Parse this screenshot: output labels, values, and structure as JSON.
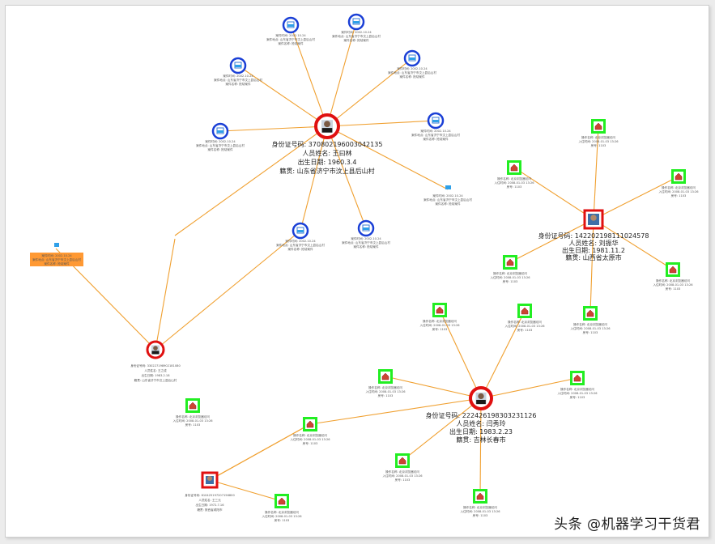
{
  "watermark": "头条 @机器学习干货君",
  "colors": {
    "edge": "#f0a030",
    "person_ring": "#e01010",
    "event_blue": "#1a3fd6",
    "record_green": "#22ee22",
    "highlight_orange": "#ff9933"
  },
  "labels": {
    "p1": [
      "身份证号码: 370802196003042135",
      "人员姓名: 王曰林",
      "出生日期: 1960.3.4",
      "籍贯: 山东省济宁市汶上县后山村"
    ],
    "p2": [
      "身份证号码: 142202198111024578",
      "人员姓名: 刘振华",
      "出生日期: 1981.11.2",
      "籍贯: 山西省太原市"
    ],
    "p3": [
      "身份证号码: 222426198303231126",
      "人员姓名: 闫秀玲",
      "出生日期: 1983.2.23",
      "籍贯: 吉林长春市"
    ],
    "p4": [
      "身份证号码: 330227198902181080",
      "人员姓名: 王之成",
      "出生日期: 1983.2.18",
      "籍贯: 山东省济宁市汶上县后山村"
    ],
    "p5": [
      "身份证号码: 610425197207156800",
      "人员姓名: 王三元",
      "出生日期: 1972.7.16",
      "籍贯: 陕西省咸阳市"
    ],
    "event": [
      "案件时间: 2002.10.24",
      "案件地点: 山东省济宁市汶上县后山村",
      "案件名称: 抢劫案件"
    ],
    "record": [
      "操作名称: 北京浏览器访问",
      "入住时间: 2008-01-03 13:26",
      "房号: 1103"
    ]
  }
}
